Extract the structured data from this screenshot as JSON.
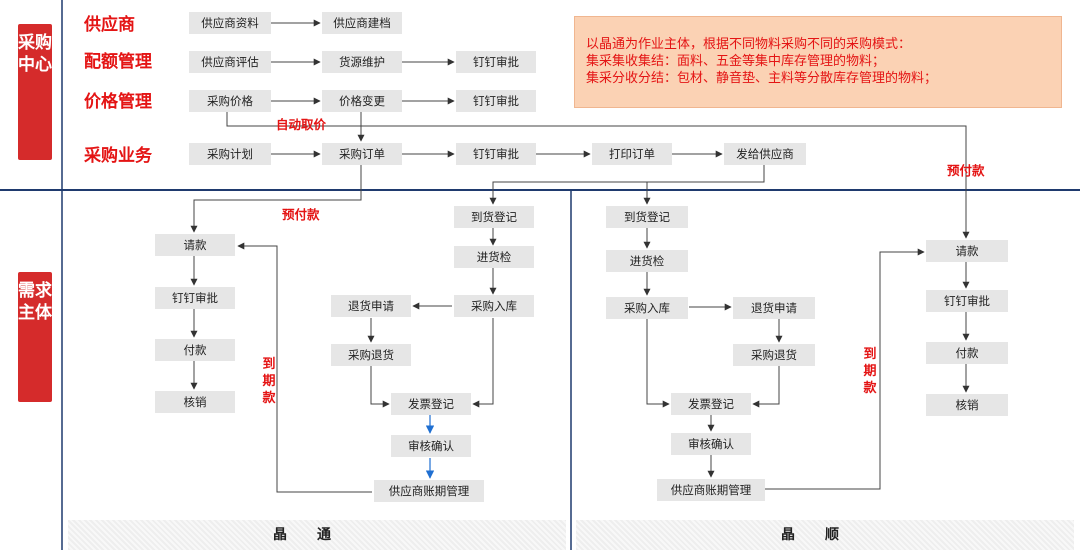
{
  "side_labels": {
    "procurement_center": "采购中心",
    "demand_subject": "需求主体"
  },
  "categories": {
    "supplier": "供应商",
    "quota": "配额管理",
    "price": "价格管理",
    "business": "采购业务"
  },
  "boxes": {
    "supplier_info": "供应商资料",
    "supplier_file": "供应商建档",
    "supplier_eval": "供应商评估",
    "source_maint": "货源维护",
    "dd_approval": "钉钉审批",
    "purchase_price": "采购价格",
    "price_change": "价格变更",
    "purchase_plan": "采购计划",
    "purchase_order": "采购订单",
    "print_order": "打印订单",
    "send_supplier": "发给供应商",
    "payment_request": "请款",
    "payment": "付款",
    "write_off": "核销",
    "arrival_reg": "到货登记",
    "incoming_inspect": "进货检",
    "purchase_instock": "采购入库",
    "return_request": "退货申请",
    "purchase_return": "采购退货",
    "invoice_reg": "发票登记",
    "audit_confirm": "审核确认",
    "supplier_account": "供应商账期管理"
  },
  "note": {
    "line1": "以晶通为作业主体，根据不同物料采购不同的采购模式：",
    "line2": "集采集收集结：面料、五金等集中库存管理的物料；",
    "line3": "集采分收分结：包材、静音垫、主料等分散库存管理的物料；"
  },
  "labels": {
    "auto_price": "自动取价",
    "prepay": "预付款",
    "due": "到期款"
  },
  "footer": {
    "left": "晶通",
    "right": "晶顺"
  },
  "colors": {
    "red": "#e41414",
    "box": "#e6e6e6",
    "navy": "#1f3a6e",
    "blue_arrow": "#1f6fd1"
  }
}
